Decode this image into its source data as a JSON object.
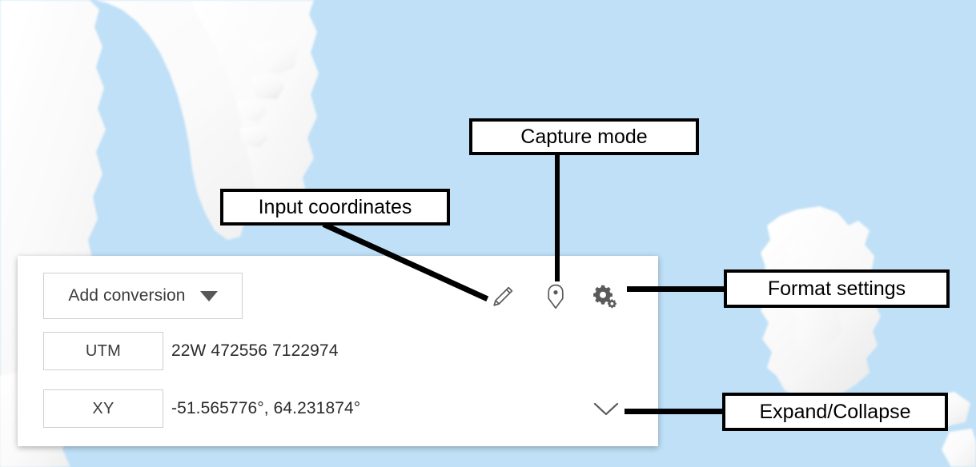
{
  "map": {
    "water_color": "#bfe0f7",
    "land_color": "#fbfbfb",
    "land_shade_color": "#ededed"
  },
  "panel": {
    "background": "#ffffff",
    "border_color": "#cfcfcf",
    "add_conversion": {
      "label": "Add conversion",
      "caret_icon": "chevron-down-icon"
    },
    "toolbar_icons": [
      {
        "name": "pencil-icon",
        "title": "Input coordinates"
      },
      {
        "name": "map-pin-icon",
        "title": "Capture mode"
      },
      {
        "name": "gears-icon",
        "title": "Format settings"
      }
    ],
    "conversions": [
      {
        "type": "UTM",
        "value": "22W 472556 7122974"
      },
      {
        "type": "XY",
        "value": "-51.565776°, 64.231874°"
      }
    ],
    "expand_icon": "chevron-down-icon"
  },
  "annotations": [
    {
      "id": "capture",
      "label": "Capture mode"
    },
    {
      "id": "input",
      "label": "Input coordinates"
    },
    {
      "id": "format",
      "label": "Format settings"
    },
    {
      "id": "expand",
      "label": "Expand/Collapse"
    }
  ],
  "icon_color": "#5a5a5a",
  "annotation_color": "#000000"
}
